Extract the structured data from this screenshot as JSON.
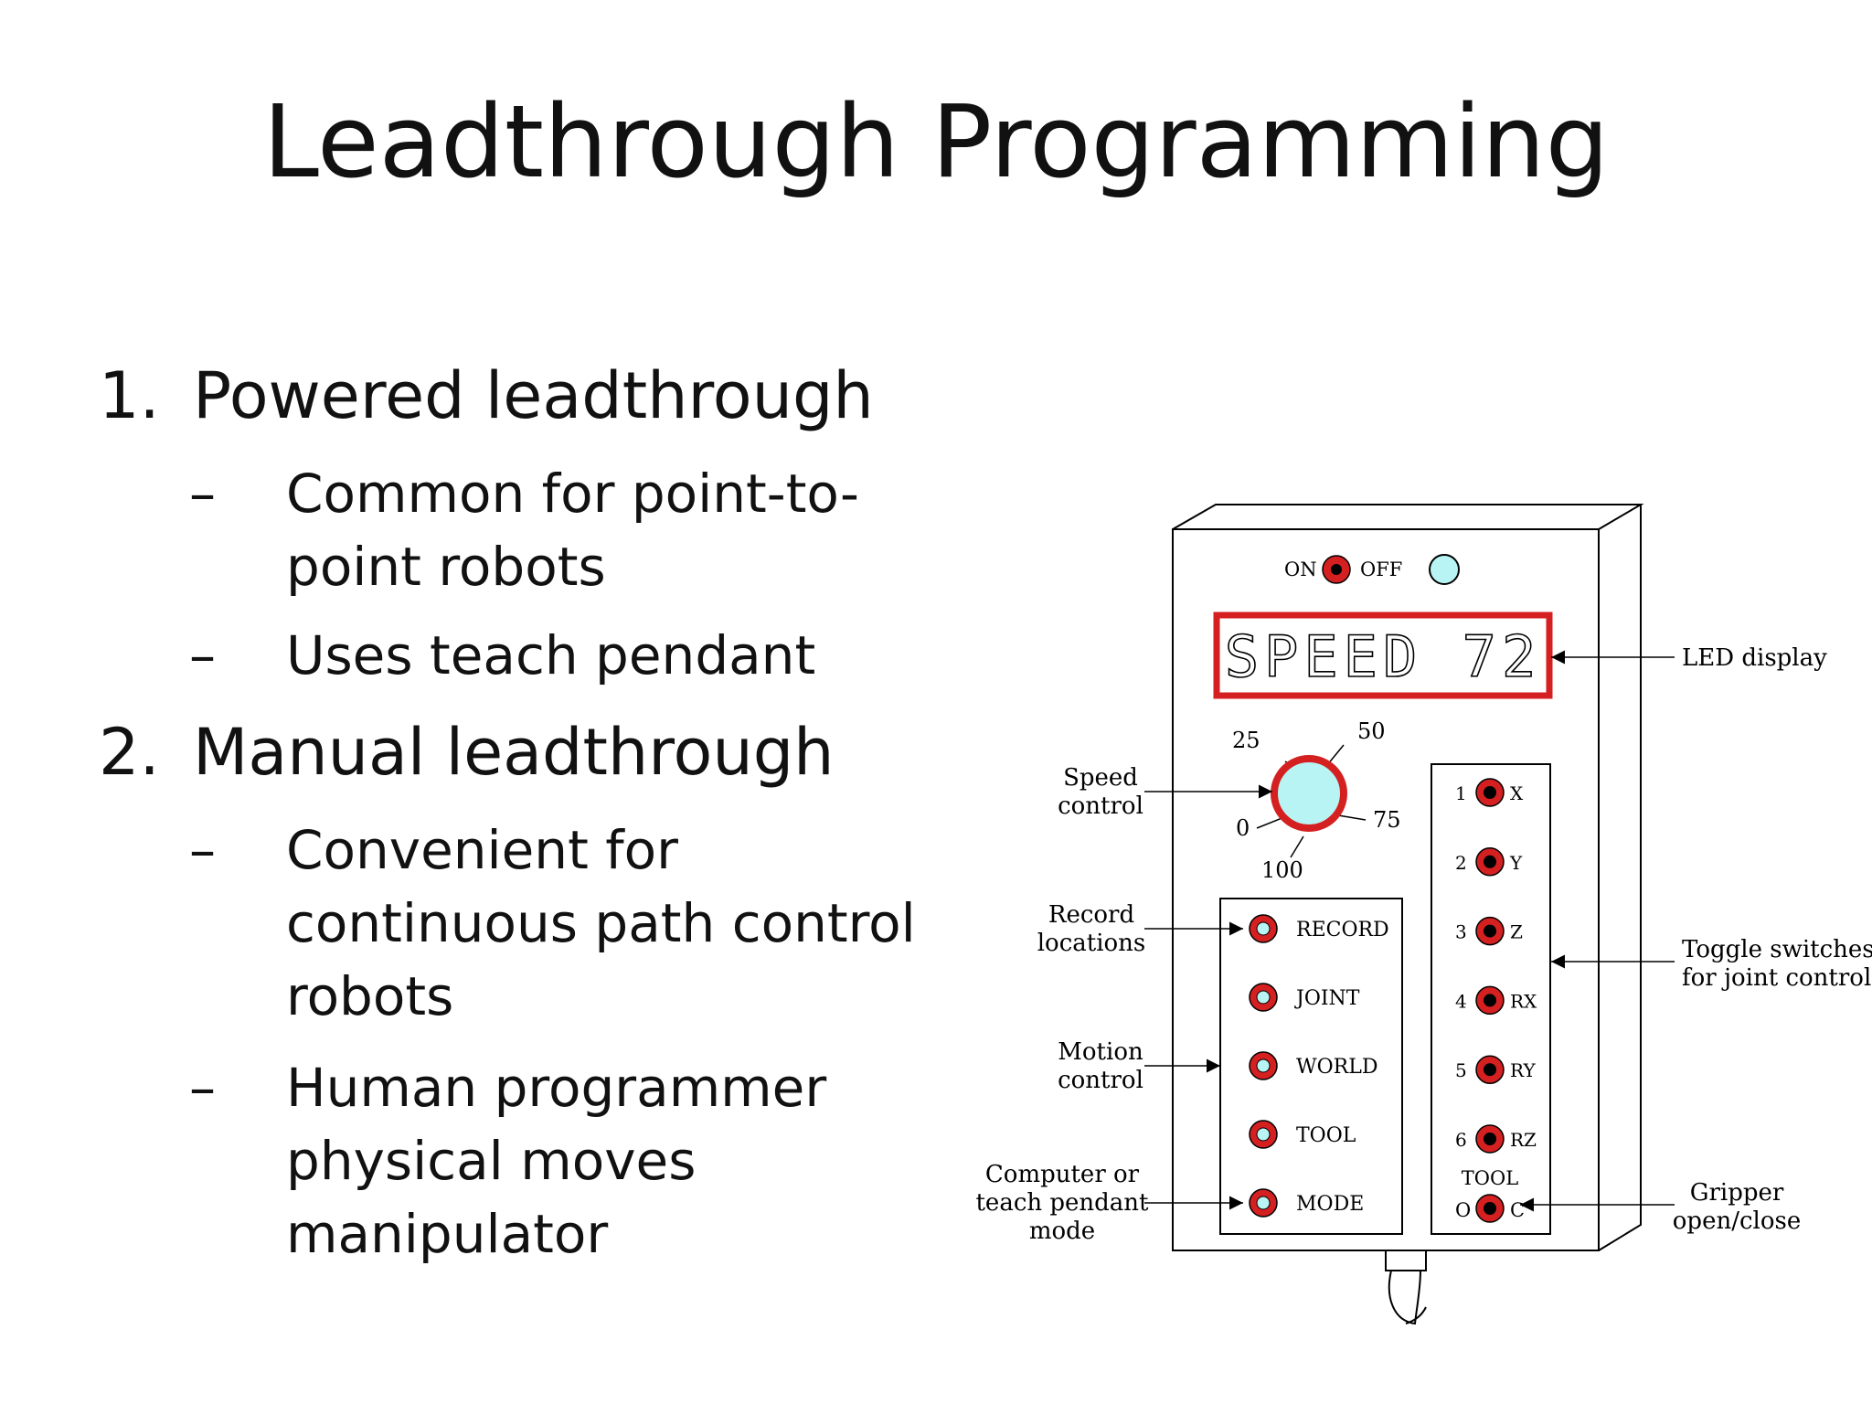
{
  "title": "Leadthrough Programming",
  "bullets": [
    {
      "num": "1.",
      "text": "Powered leadthrough",
      "subs": [
        "Common for point-to-point robots",
        "Uses teach pendant"
      ]
    },
    {
      "num": "2.",
      "text": "Manual leadthrough",
      "subs": [
        "Convenient for continuous path control robots",
        "Human programmer physical moves manipulator"
      ]
    }
  ],
  "pendant": {
    "power": {
      "on": "ON",
      "off": "OFF"
    },
    "display_text": "SPEED 72",
    "dial_marks": [
      "25",
      "50",
      "0",
      "75",
      "100"
    ],
    "mode_buttons": [
      "RECORD",
      "JOINT",
      "WORLD",
      "TOOL",
      "MODE"
    ],
    "joints": [
      {
        "num": "1",
        "axis": "X"
      },
      {
        "num": "2",
        "axis": "Y"
      },
      {
        "num": "3",
        "axis": "Z"
      },
      {
        "num": "4",
        "axis": "RX"
      },
      {
        "num": "5",
        "axis": "RY"
      },
      {
        "num": "6",
        "axis": "RZ"
      }
    ],
    "tool": {
      "label": "TOOL",
      "open": "O",
      "close": "C"
    }
  },
  "callouts": {
    "led_display": "LED display",
    "speed_control": [
      "Speed",
      "control"
    ],
    "record_locations": [
      "Record",
      "locations"
    ],
    "motion_control": [
      "Motion",
      "control"
    ],
    "mode": [
      "Computer or",
      "teach pendant",
      "mode"
    ],
    "toggle_switches": [
      "Toggle switches",
      "for joint control"
    ],
    "gripper": [
      "Gripper",
      "open/close"
    ]
  },
  "colors": {
    "button_red": "#d42020",
    "led_cyan": "#b8f4f4",
    "display_border": "#d42020"
  }
}
